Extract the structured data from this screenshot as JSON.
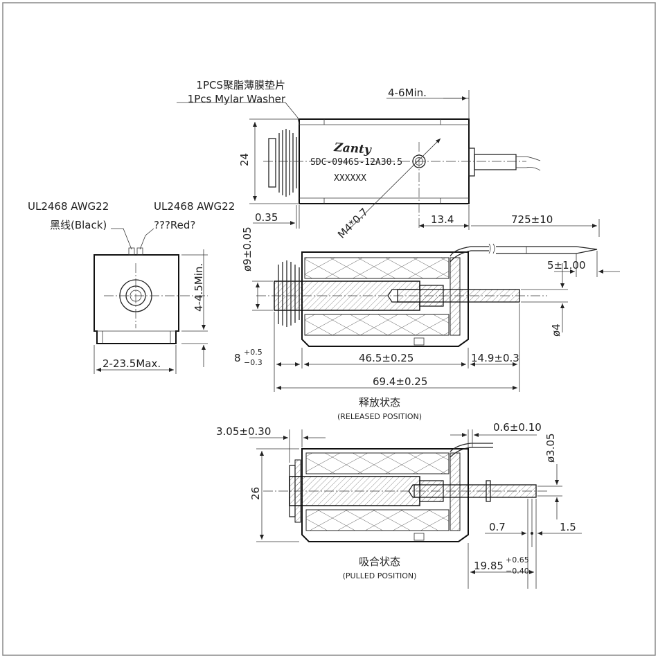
{
  "washer_label": {
    "cn": "1PCS聚脂薄膜垫片",
    "en": "1Pcs Mylar Washer"
  },
  "brand_logo": "Zanty",
  "model_number": "SDC-0946S-12A30.5",
  "serial_mark": "XXXXXX",
  "wires": {
    "black_spec": "UL2468 AWG22",
    "black_color": "黑线(Black)",
    "red_spec": "UL2468 AWG22",
    "red_color": "???Red?"
  },
  "dims_top": {
    "stroke_min": "4-6Min.",
    "height": "24",
    "washer_thk": "0.35",
    "mount_thread": "M4*0.7",
    "hole_offset": "13.4",
    "lead_length": "725±10"
  },
  "dims_side": {
    "mount_depth": "4-4.5Min.",
    "width_max": "2-23.5Max."
  },
  "dims_released": {
    "bore": "ø9±0.05",
    "strip": "5±1.00",
    "shaft": "ø4",
    "front_base": "8",
    "front_plus": "+0.5",
    "front_minus": "−0.3",
    "body": "46.5±0.25",
    "plunger_out": "14.9±0.3",
    "overall": "69.4±0.25"
  },
  "released_caption": {
    "cn": "释放状态",
    "en": "(RELEASED POSITION)"
  },
  "dims_pulled": {
    "flange_gap": "3.05±0.30",
    "clip_gap": "0.6±0.10",
    "groove_dia": "ø3.05",
    "height": "26",
    "groove_w": "0.7",
    "groove_pos": "1.5",
    "tail_base": "19.85",
    "tail_plus": "+0.65",
    "tail_minus": "−0.40"
  },
  "pulled_caption": {
    "cn": "吸合状态",
    "en": "(PULLED POSITION)"
  }
}
